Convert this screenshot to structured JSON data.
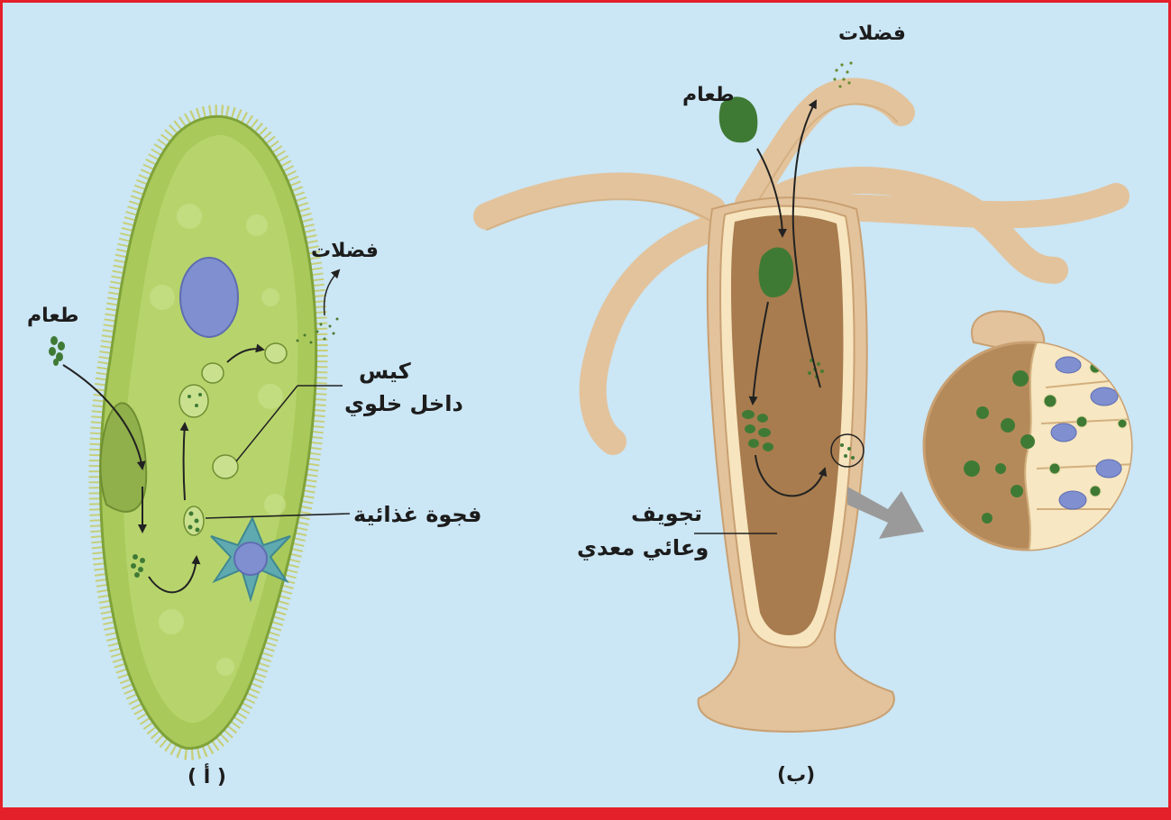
{
  "colors": {
    "background": "#cbe6f4",
    "frame": "#e4202a",
    "paramecium_body": "#a9c95a",
    "nucleus": "#7f8fd0",
    "hydra_body": "#e3c39c",
    "gastric_cavity": "#a87c4e",
    "food": "#3f7a35"
  },
  "panel_a": {
    "caption": "( أ )",
    "labels": {
      "food": "طعام",
      "waste": "فضلات",
      "vesicle_line1": "كيس",
      "vesicle_line2": "داخل خلوي",
      "food_vacuole": "فجوة غذائية"
    }
  },
  "panel_b": {
    "caption": "(ب)",
    "labels": {
      "food": "طعام",
      "waste": "فضلات",
      "cavity_line1": "تجويف",
      "cavity_line2": "وعائي معدي"
    }
  }
}
